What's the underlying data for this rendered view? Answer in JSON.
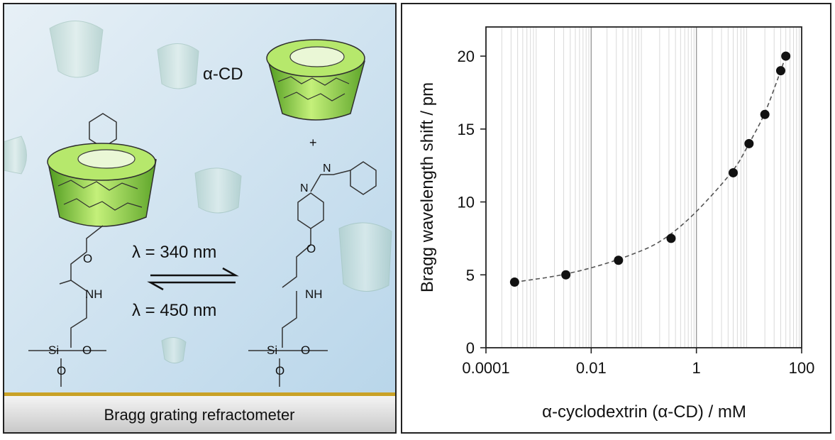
{
  "left_panel": {
    "molecule_label": "α-CD",
    "plus_sign": "+",
    "arrow_forward_label": "λ = 340 nm",
    "arrow_reverse_label": "λ = 450 nm",
    "amide_label_left": "NH",
    "amide_label_right": "NH",
    "oxygen_label": "O",
    "azo_label": "N",
    "silane_si": "Si",
    "silane_o": "O",
    "substrate_label": "Bragg grating refractometer",
    "colors": {
      "host_green": "#8cd43c",
      "background_blue": "#cfe3ef",
      "gold_layer": "#c9a227"
    }
  },
  "chart_data": {
    "type": "scatter",
    "xscale": "log",
    "xlim": [
      0.0001,
      100
    ],
    "ylim": [
      0,
      22
    ],
    "xticks": [
      0.0001,
      0.01,
      1,
      100
    ],
    "xtick_labels": [
      "0.0001",
      "0.01",
      "1",
      "100"
    ],
    "yticks": [
      0,
      5,
      10,
      15,
      20
    ],
    "ytick_labels": [
      "0",
      "5",
      "10",
      "15",
      "20"
    ],
    "xlabel": "α-cyclodextrin (α-CD) / mM",
    "ylabel": "Bragg wavelength shift / pm",
    "grid": "vertical-minor",
    "x": [
      0.00035,
      0.0033,
      0.033,
      0.33,
      5.0,
      10.0,
      20.0,
      40.0,
      50.0
    ],
    "y": [
      4.5,
      5.0,
      6.0,
      7.5,
      12.0,
      14.0,
      16.0,
      19.0,
      20.0
    ],
    "fit_line": "dashed",
    "marker_color": "#111111"
  }
}
